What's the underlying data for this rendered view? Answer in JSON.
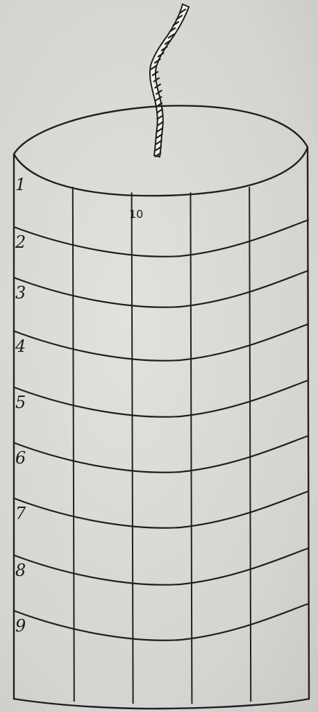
{
  "figure": {
    "band_numbers": [
      "1",
      "2",
      "3",
      "4",
      "5",
      "6",
      "7",
      "8",
      "9"
    ],
    "top_number": "10",
    "vertical_divisions": 5
  },
  "colors": {
    "line": "#1f1f1f",
    "background": "#d6d5d1",
    "wick_fill": "#f2f2ef"
  }
}
